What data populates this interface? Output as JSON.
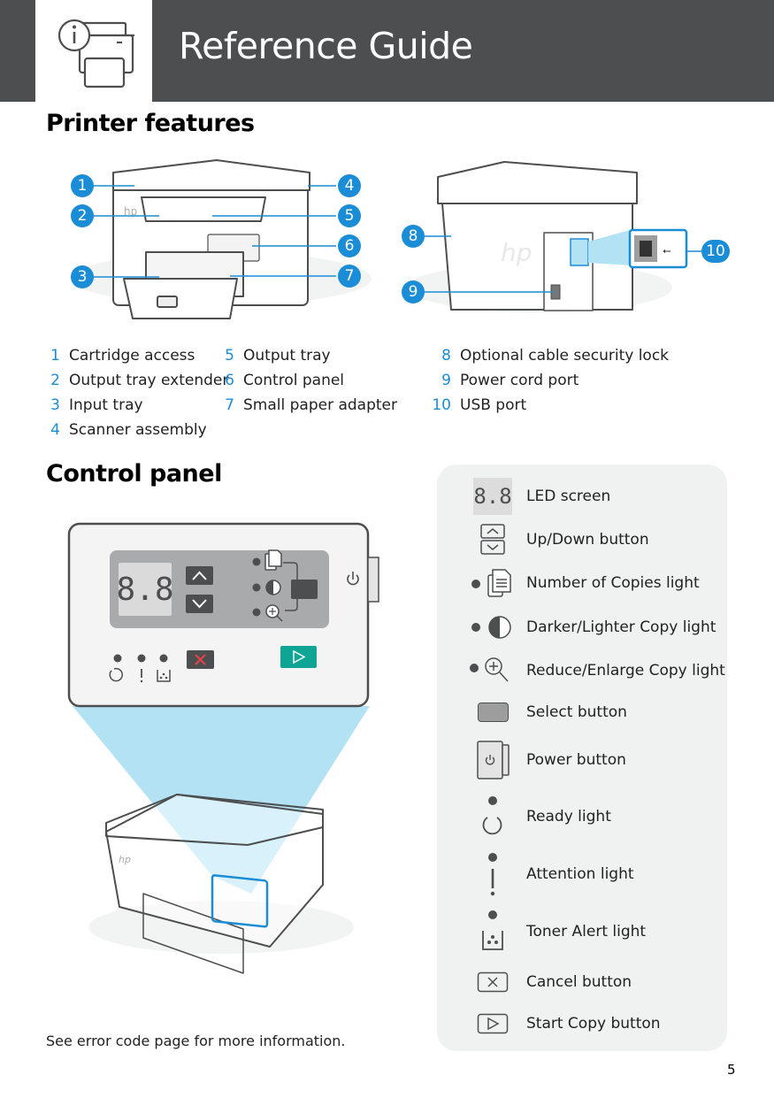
{
  "header": {
    "title": "Reference Guide",
    "icon": "printer-info-icon"
  },
  "printer_features": {
    "title": "Printer features",
    "callouts_front": [
      "1",
      "2",
      "3",
      "4",
      "5",
      "6",
      "7"
    ],
    "callouts_back": [
      "8",
      "9",
      "10"
    ],
    "legend": [
      {
        "num": "1",
        "label": "Cartridge access"
      },
      {
        "num": "2",
        "label": "Output tray extender"
      },
      {
        "num": "3",
        "label": "Input tray"
      },
      {
        "num": "4",
        "label": "Scanner assembly"
      },
      {
        "num": "5",
        "label": "Output tray"
      },
      {
        "num": "6",
        "label": "Control panel"
      },
      {
        "num": "7",
        "label": "Small paper adapter"
      },
      {
        "num": "8",
        "label": "Optional cable security lock"
      },
      {
        "num": "9",
        "label": "Power cord port"
      },
      {
        "num": "10",
        "label": "USB port"
      }
    ]
  },
  "control_panel": {
    "title": "Control panel",
    "led_display": "8.8",
    "key": [
      {
        "icon": "led-screen-icon",
        "label": "LED screen"
      },
      {
        "icon": "up-down-button-icon",
        "label": "Up/Down button"
      },
      {
        "icon": "copies-light-icon",
        "label": "Number of Copies light"
      },
      {
        "icon": "darker-lighter-light-icon",
        "label": "Darker/Lighter Copy light"
      },
      {
        "icon": "reduce-enlarge-light-icon",
        "label": "Reduce/Enlarge Copy light"
      },
      {
        "icon": "select-button-icon",
        "label": "Select button"
      },
      {
        "icon": "power-button-icon",
        "label": "Power button"
      },
      {
        "icon": "ready-light-icon",
        "label": "Ready light"
      },
      {
        "icon": "attention-light-icon",
        "label": "Attention light"
      },
      {
        "icon": "toner-alert-light-icon",
        "label": "Toner Alert light"
      },
      {
        "icon": "cancel-button-icon",
        "label": "Cancel button"
      },
      {
        "icon": "start-copy-button-icon",
        "label": "Start Copy button"
      }
    ],
    "footnote": "See error code page for more information."
  },
  "colors": {
    "header_bg": "#4d4e50",
    "accent_blue": "#1b8dd6",
    "highlight_blue": "#b3e2f5",
    "start_green": "#0fa595",
    "cancel_red": "#e8434b",
    "key_panel_bg": "#f0f1f1"
  },
  "page_number": "5"
}
